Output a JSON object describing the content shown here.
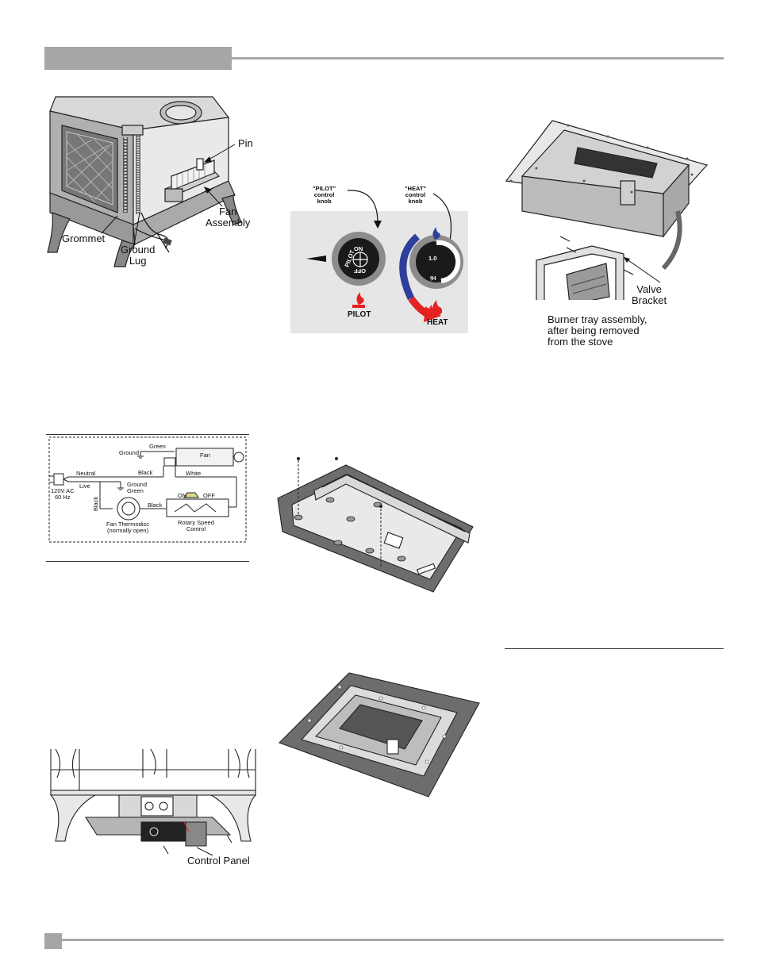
{
  "fig_stove_fan": {
    "labels": {
      "pin": "Pin",
      "fan_assembly": "Fan\nAssembly",
      "grommet": "Grommet",
      "ground_lug": "Ground\nLug"
    }
  },
  "fig_control_knobs": {
    "pilot_callout": "\"PILOT\"\ncontrol\nknob",
    "heat_callout": "\"HEAT\"\ncontrol\nknob",
    "pilot_knob_text": {
      "top": "ON",
      "side": "PILOT",
      "bottom": "OFF"
    },
    "heat_knob_text": {
      "top": "1.0",
      "bottom": "Hi"
    },
    "pilot_label": "PILOT",
    "heat_label": "HEAT"
  },
  "fig_burner_tray": {
    "valve_bracket": "Valve\nBracket",
    "caption": "Burner tray assembly,\nafter being removed\nfrom the stove"
  },
  "fig_wiring": {
    "green": "Green",
    "ground": "Ground",
    "fan": "Fan",
    "neutral": "Neutral",
    "black_top": "Black",
    "white": "White",
    "live": "Live",
    "ground_green": "Ground\nGreen",
    "supply": "120V AC\n60 Hz",
    "black_side": "Black",
    "black_mid": "Black",
    "on": "ON",
    "off": "OFF",
    "thermodisc": "Fan Thermodisc\n(normally open)",
    "rotary": "Rotary Speed\nControl"
  },
  "fig_control_panel": {
    "label": "Control Panel"
  }
}
